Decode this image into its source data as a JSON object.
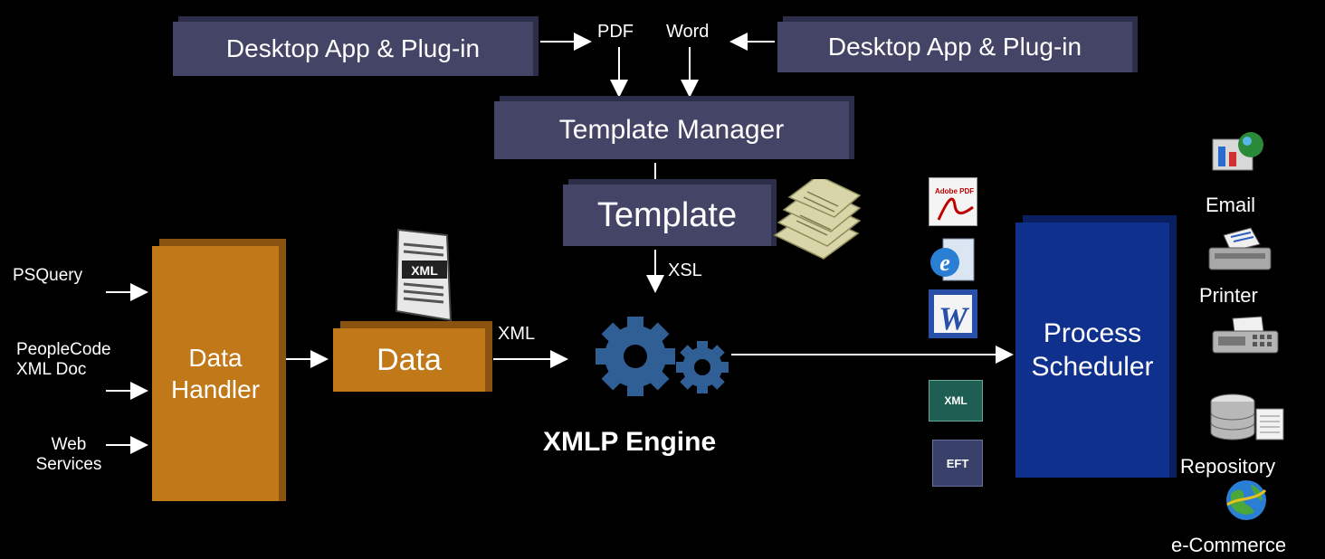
{
  "boxes": {
    "desktop_left": "Desktop App & Plug-in",
    "desktop_right": "Desktop App & Plug-in",
    "template_manager": "Template Manager",
    "template": "Template",
    "data_handler": "Data\nHandler",
    "data": "Data",
    "process_scheduler": "Process\nScheduler"
  },
  "labels": {
    "pdf": "PDF",
    "word": "Word",
    "xsl": "XSL",
    "xml": "XML",
    "engine": "XMLP Engine"
  },
  "inputs": [
    "PSQuery",
    "PeopleCode\nXML Doc",
    "Web\nServices"
  ],
  "formats": {
    "pdf_icon": "Adobe PDF",
    "xml_doc_icon": "XML",
    "xml_icon": "XML",
    "eft_icon": "EFT"
  },
  "outputs": [
    "Email",
    "Printer",
    "Repository",
    "e-Commerce"
  ],
  "colors": {
    "background": "#000000",
    "slate_box": "#434466",
    "orange_box": "#c07818",
    "navy_box": "#10308e",
    "gear": "#2f5f94"
  }
}
